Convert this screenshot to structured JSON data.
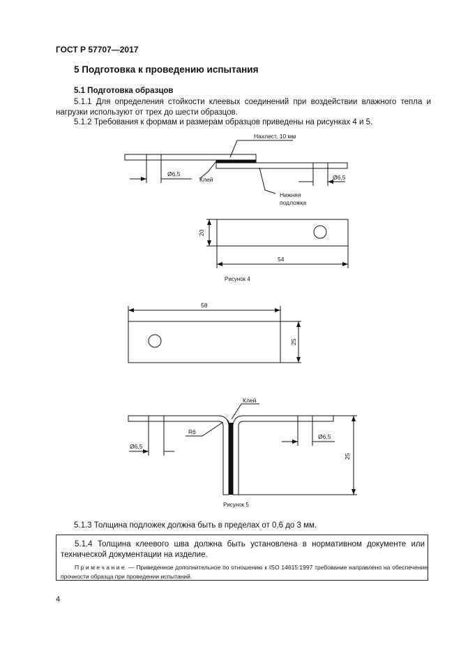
{
  "header": {
    "doc_id": "ГОСТ Р 57707—2017"
  },
  "section": {
    "title": "5 Подготовка к проведению испытания"
  },
  "subsection": {
    "title": "5.1 Подготовка образцов"
  },
  "paragraphs": {
    "p511": "5.1.1 Для определения стойкости клеевых соединений при воздействии влажного тепла и нагрузки используют от трех до шести образцов.",
    "p512": "5.1.2 Требования к формам и размерам образцов приведены на рисунках 4 и 5.",
    "p513": "5.1.3 Толщина подложек должна быть в пределах от 0,6 до 3 мм.",
    "p514": "5.1.4 Толщина клеевого шва должна быть установлена в нормативном документе или технической документации на изделие.",
    "note_label": "Примечание",
    "note_text": " — Приведенное дополнительное по отношению к ISO 14615:1997 требование направлено на обеспечение прочности образца при проведении испытаний."
  },
  "figure4": {
    "overlap_label": "Нахлест, 10 мм",
    "hole_left": "Ø6,5",
    "hole_right": "Ø6,5",
    "glue_label": "Клей",
    "lower_substrate_line1": "Нижняя",
    "lower_substrate_line2": "подложка",
    "dim_height": "20",
    "dim_length": "54",
    "caption": "Рисунок 4"
  },
  "figure5": {
    "dim_length": "58",
    "dim_height": "25",
    "glue_label": "Клей",
    "radius_label": "R6",
    "hole_left": "Ø6,5",
    "hole_right": "Ø6,5",
    "dim_vertical": "25",
    "caption": "Рисунок 5"
  },
  "page": {
    "number": "4"
  }
}
